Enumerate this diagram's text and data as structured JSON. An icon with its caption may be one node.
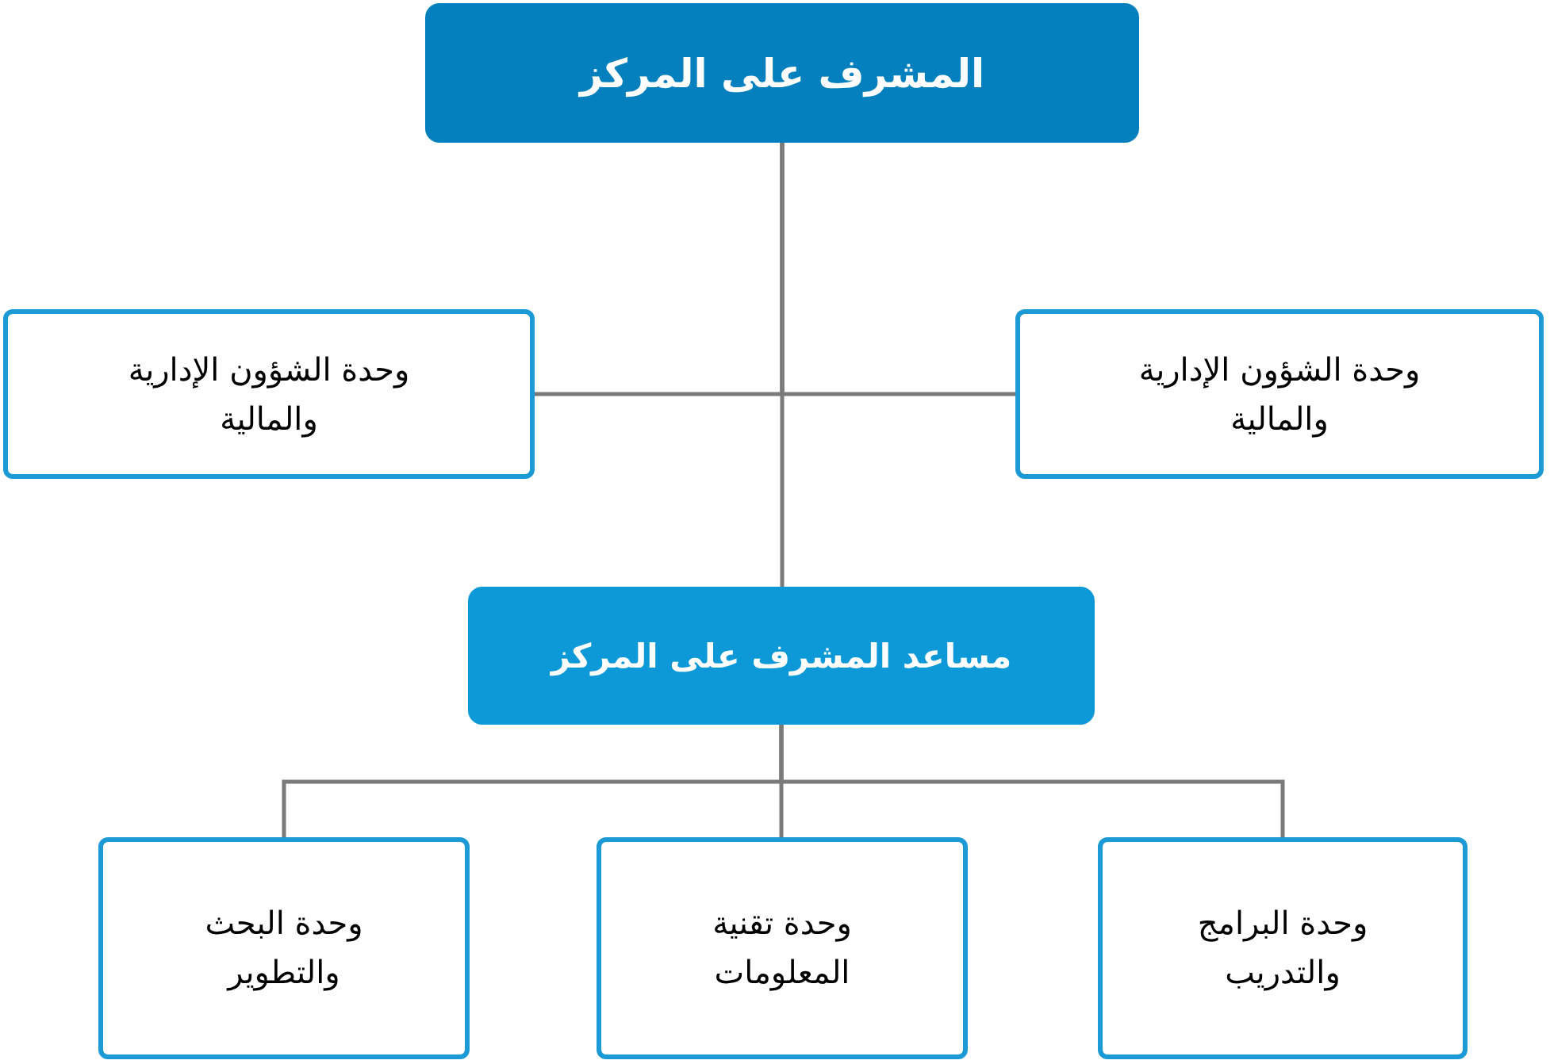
{
  "diagram": {
    "nodes": [
      {
        "text": [
          "المشرف على المركز"
        ]
      },
      {
        "text": [
          "وحدة الشؤون الإدارية والمالية"
        ]
      },
      {
        "text": [
          "وحدة الشؤون الإدارية والمالية"
        ]
      },
      {
        "text": [
          "مساعد المشرف على المركز"
        ]
      },
      {
        "text": [
          "وحدة البرامج والتدريب"
        ]
      },
      {
        "text": [
          "وحدة تقنية المعلومات"
        ]
      },
      {
        "text": [
          "وحدة البحث والتطوير"
        ]
      }
    ],
    "edges": [
      {
        "from": 0,
        "to": 1,
        "arrow": "none"
      },
      {
        "from": 0,
        "to": 2,
        "arrow": "none"
      },
      {
        "from": 0,
        "to": 3,
        "arrow": "none"
      },
      {
        "from": 3,
        "to": 4,
        "arrow": "none"
      },
      {
        "from": 3,
        "to": 5,
        "arrow": "none"
      },
      {
        "from": 3,
        "to": 6,
        "arrow": "none"
      }
    ]
  }
}
